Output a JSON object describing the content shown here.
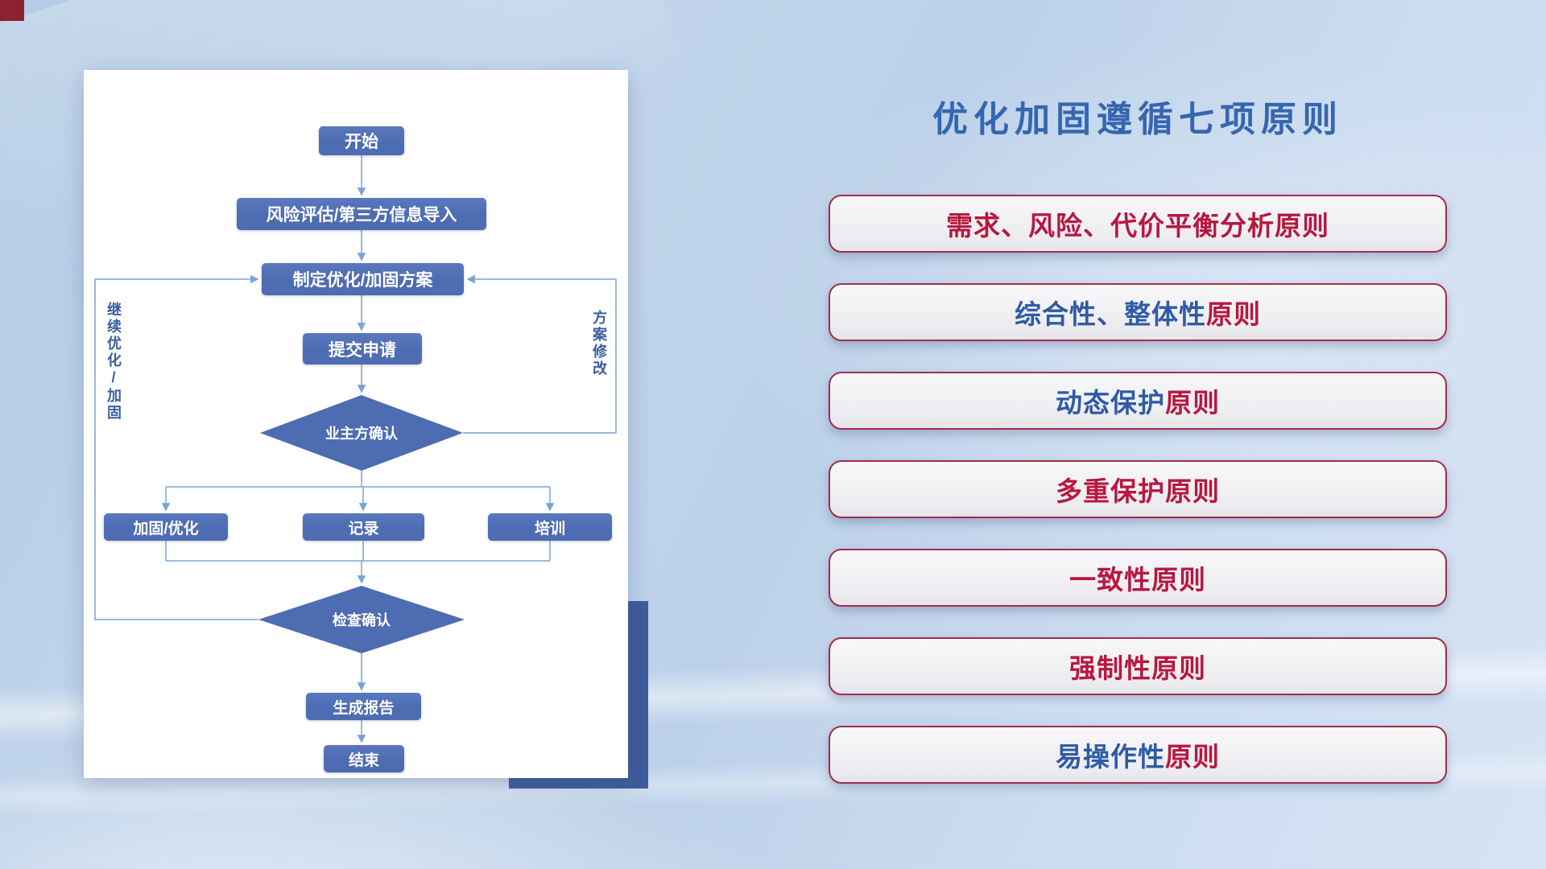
{
  "colors": {
    "node_fill": "#4e6cb2",
    "flow_line": "#7aa3d6",
    "flow_label": "#3a5f9f",
    "title_blue": "#3566b0",
    "card_border": "#a22c48",
    "panel_shadow_block": "#3f5c9b",
    "corner_accent": "#8c2130"
  },
  "flowchart": {
    "nodes": {
      "start": "开始",
      "risk_assessment": "风险评估/第三方信息导入",
      "make_plan": "制定优化/加固方案",
      "submit_request": "提交申请",
      "owner_confirm": "业主方确认",
      "reinforce_optimize": "加固/优化",
      "record": "记录",
      "training": "培训",
      "check_confirm": "检查确认",
      "generate_report": "生成报告",
      "end": "结束"
    },
    "labels": {
      "continue_loop": "继续优化/加固",
      "revise_loop": "方案修改"
    }
  },
  "right": {
    "title": "优化加固遵循七项原则",
    "principles": [
      {
        "part1": {
          "text": "需求、风险、代价平衡分析原则",
          "color": "#b81740"
        },
        "part2": {
          "text": "",
          "color": "#b81740"
        }
      },
      {
        "part1": {
          "text": "综合性、整体性",
          "color": "#2e5ba6"
        },
        "part2": {
          "text": "原则",
          "color": "#b81740"
        }
      },
      {
        "part1": {
          "text": "动态保护",
          "color": "#2e5ba6"
        },
        "part2": {
          "text": "原则",
          "color": "#b81740"
        }
      },
      {
        "part1": {
          "text": "多重保护原则",
          "color": "#b81740"
        },
        "part2": {
          "text": "",
          "color": "#b81740"
        }
      },
      {
        "part1": {
          "text": "一致性原则",
          "color": "#b81740"
        },
        "part2": {
          "text": "",
          "color": "#b81740"
        }
      },
      {
        "part1": {
          "text": "强制性原则",
          "color": "#b81740"
        },
        "part2": {
          "text": "",
          "color": "#b81740"
        }
      },
      {
        "part1": {
          "text": "易操作性",
          "color": "#2e5ba6"
        },
        "part2": {
          "text": "原则",
          "color": "#b81740"
        }
      }
    ]
  }
}
